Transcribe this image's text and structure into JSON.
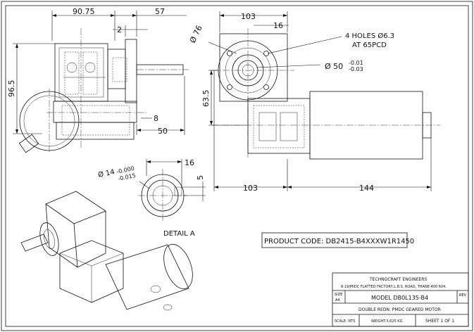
{
  "dimensions": {
    "d_90_75": "90.75",
    "d_57": "57",
    "d_2": "2",
    "d_96_5": "96.5",
    "d_8": "8",
    "d_50": "50",
    "d_103_top": "103",
    "d_16_top": "16",
    "d_dia_76": "Ø 76",
    "holes_line1": "4 HOLES Ø6.3",
    "holes_line2": "AT 65PCD",
    "dia_50": "Ø 50",
    "tol_50_upper": "-0.01",
    "tol_50_lower": "-0.03",
    "d_63_5": "63.5",
    "d_103_bottom": "103",
    "d_144": "144",
    "d_16_detail": "16",
    "d_5_detail": "5",
    "dia_14": "Ø 14",
    "tol_14_upper": "-0.000",
    "tol_14_lower": "-0.015"
  },
  "detail_label": "DETAIL A",
  "product_code": "PRODUCT CODE: DB2415-B4XXXW1R1450",
  "title_block": {
    "company": "TECHNOCRAFT ENGINEERS",
    "address": "8-19/MIDC FLATTED FACTORY,L.B.S. ROAD, THANE-400 604.",
    "size_label": "SIZE",
    "size_value": "A4",
    "model": "MODEL DB0L135-B4",
    "rev_label": "REV",
    "description": "DOUBLE REDN. PMDC GEARED MOTOR",
    "scale": "SCALE: NTS",
    "weight": "WEIGHT:3.625 KG",
    "sheet": "SHEET 1 OF 1"
  }
}
